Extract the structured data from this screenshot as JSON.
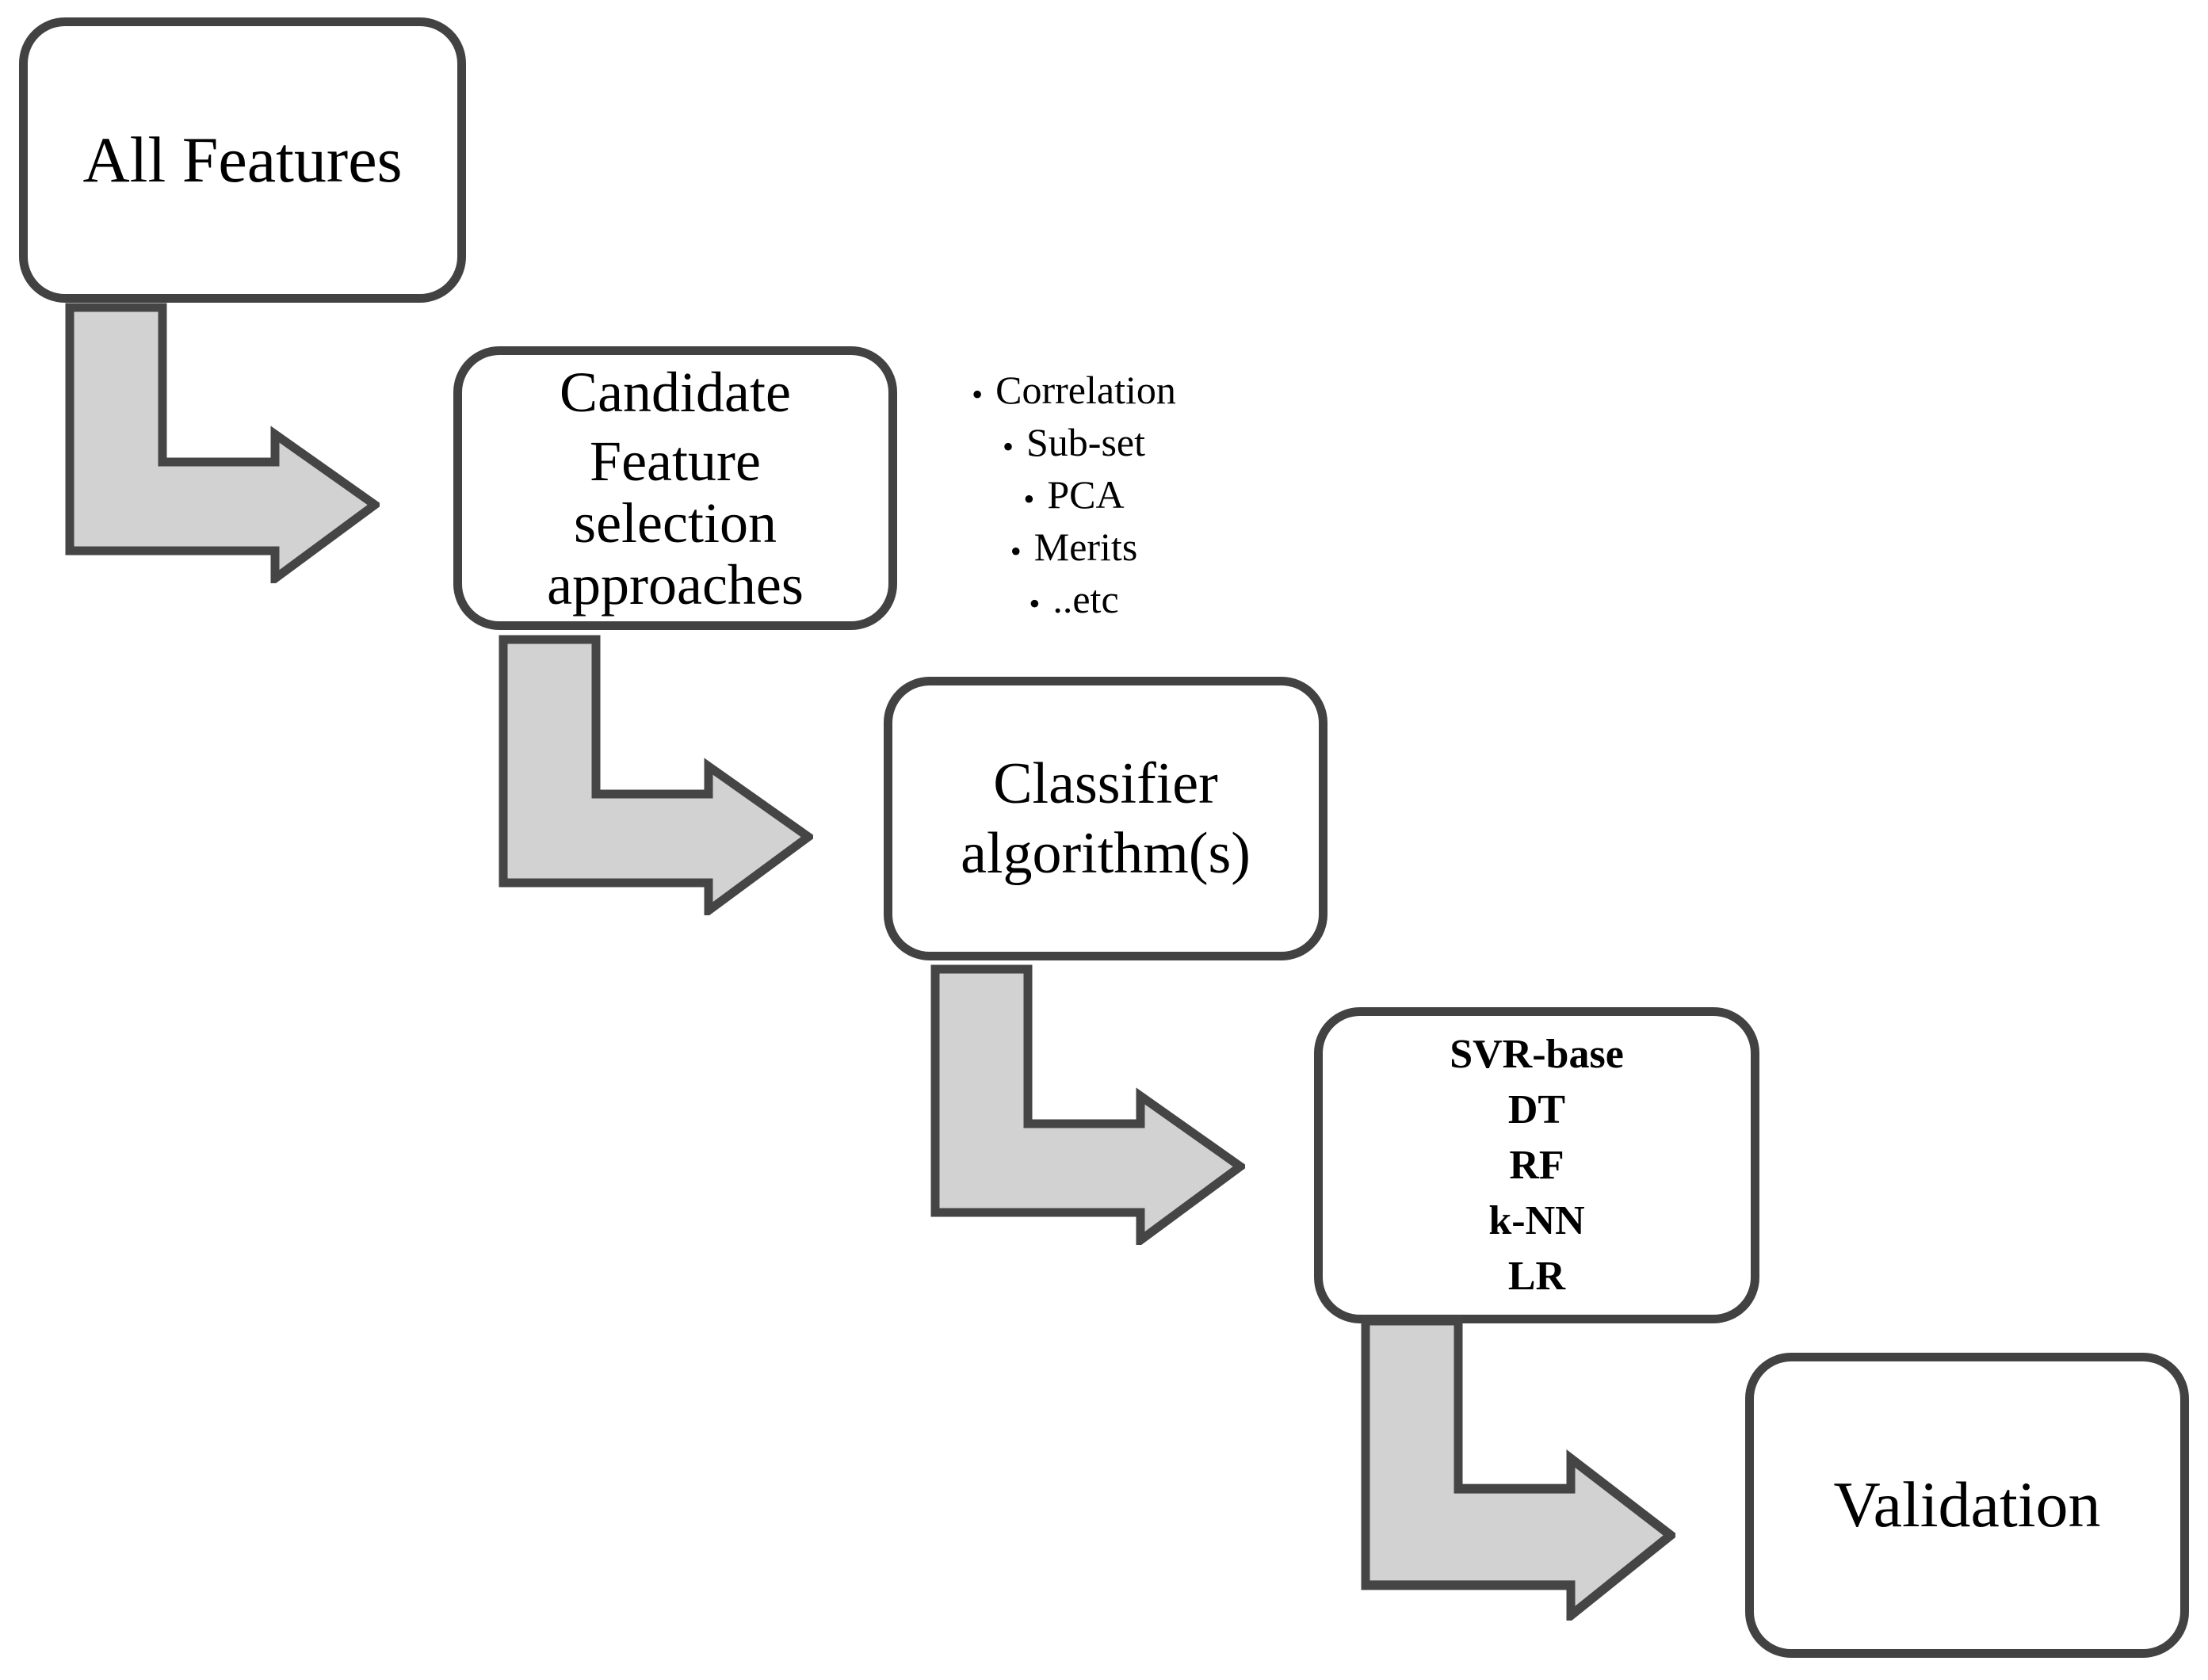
{
  "colors": {
    "background": "#ffffff",
    "box_border": "#424242",
    "box_fill": "#ffffff",
    "arrow_fill": "#d2d2d2",
    "arrow_border": "#454545",
    "text": "#000000"
  },
  "nodes": {
    "all_features": {
      "label": "All Features"
    },
    "candidate": {
      "title": "Candidate",
      "subtitle": "Feature selection approaches"
    },
    "classifier": {
      "label": "Classifier algorithm(s)"
    },
    "algorithms": {
      "lines": [
        "SVR-base",
        "DT",
        "RF",
        "k-NN",
        "LR"
      ]
    },
    "validation": {
      "label": "Validation"
    }
  },
  "bullet_list": {
    "marker": "•",
    "items": [
      "Correlation",
      "Sub-set",
      "PCA",
      "Merits",
      "..etc"
    ]
  },
  "arrows": [
    {
      "from": "all_features",
      "to": "candidate",
      "direction": "down-right"
    },
    {
      "from": "candidate",
      "to": "classifier",
      "direction": "down-right"
    },
    {
      "from": "classifier",
      "to": "algorithms",
      "direction": "down-right"
    },
    {
      "from": "algorithms",
      "to": "validation",
      "direction": "down-right"
    }
  ]
}
